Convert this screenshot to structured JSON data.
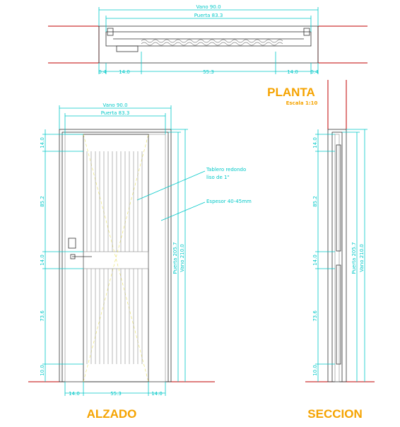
{
  "plan": {
    "title": "PLANTA",
    "scale": "Escala 1:10",
    "vano": "Vano 90.0",
    "puerta": "Puerta 83.3",
    "bottom_dims": [
      "0.4",
      "14.0",
      "55.3",
      "14.0",
      "0.4"
    ]
  },
  "elevation": {
    "title": "ALZADO",
    "vano": "Vano 90.0",
    "puerta": "Puerta 83.3",
    "left_dims": [
      "14.0",
      "85.2",
      "14.0",
      "73.6",
      "10.0"
    ],
    "right_puerta": "Puerta 205.7",
    "right_vano": "Vano 210.0",
    "bottom_dims": [
      "14.0",
      "55.3",
      "14.0"
    ],
    "note_tablero": "Tablero redondo",
    "note_tablero_2": "liso de 1\"",
    "note_espesor": "Espesor 40-45mm"
  },
  "section": {
    "title": "SECCION",
    "left_dims": [
      "14.0",
      "85.2",
      "14.0",
      "73.6",
      "10.0"
    ],
    "right_puerta": "Puerta 205.7",
    "right_vano": "Vano 210.0"
  }
}
